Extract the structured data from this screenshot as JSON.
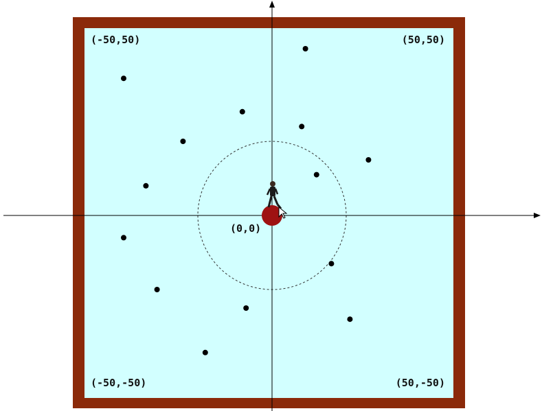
{
  "labels": {
    "top_left": "(-50,50)",
    "top_right": "(50,50)",
    "bottom_left": "(-50,-50)",
    "bottom_right": "(50,-50)",
    "origin": "(0,0)"
  },
  "colors": {
    "wall": "#8b2a0a",
    "field": "#d2ffff",
    "dot": "#000000",
    "center_marker": "#9e1212",
    "axis": "#000000"
  },
  "world": {
    "xmin": -50,
    "xmax": 50,
    "ymin": -50,
    "ymax": 50
  },
  "detection_radius": 20,
  "points": [
    {
      "x": 9,
      "y": 45
    },
    {
      "x": -40,
      "y": 37
    },
    {
      "x": -8,
      "y": 28
    },
    {
      "x": 8,
      "y": 24
    },
    {
      "x": -24,
      "y": 20
    },
    {
      "x": 26,
      "y": 15
    },
    {
      "x": 12,
      "y": 11
    },
    {
      "x": -34,
      "y": 8
    },
    {
      "x": -40,
      "y": -6
    },
    {
      "x": 16,
      "y": -13
    },
    {
      "x": -31,
      "y": -20
    },
    {
      "x": -7,
      "y": -25
    },
    {
      "x": 21,
      "y": -28
    },
    {
      "x": -18,
      "y": -37
    }
  ],
  "agent": {
    "x": 0,
    "y": 0,
    "heading": "up",
    "icon": "runner-icon"
  }
}
